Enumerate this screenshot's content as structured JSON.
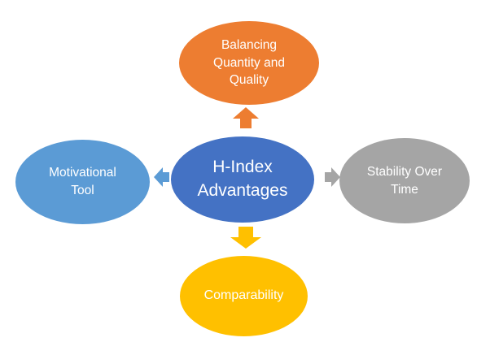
{
  "diagram": {
    "background": "#FFFFFF",
    "text_color": "#FFFFFF",
    "center": {
      "id": "center",
      "label": "H-Index Advantages",
      "color": "#4472C4"
    },
    "nodes": [
      {
        "id": "top",
        "label": "Balancing Quantity and Quality",
        "color": "#ED7D31"
      },
      {
        "id": "left",
        "label": "Motivational Tool",
        "color": "#5B9BD5"
      },
      {
        "id": "right",
        "label": "Stability Over Time",
        "color": "#A5A5A5"
      },
      {
        "id": "bottom",
        "label": "Comparability",
        "color": "#FFC000"
      }
    ],
    "arrows": [
      {
        "id": "up",
        "direction": "up",
        "color": "#ED7D31"
      },
      {
        "id": "left",
        "direction": "left",
        "color": "#5B9BD5"
      },
      {
        "id": "right",
        "direction": "right",
        "color": "#A5A5A5"
      },
      {
        "id": "down",
        "direction": "down",
        "color": "#FFC000"
      }
    ]
  }
}
